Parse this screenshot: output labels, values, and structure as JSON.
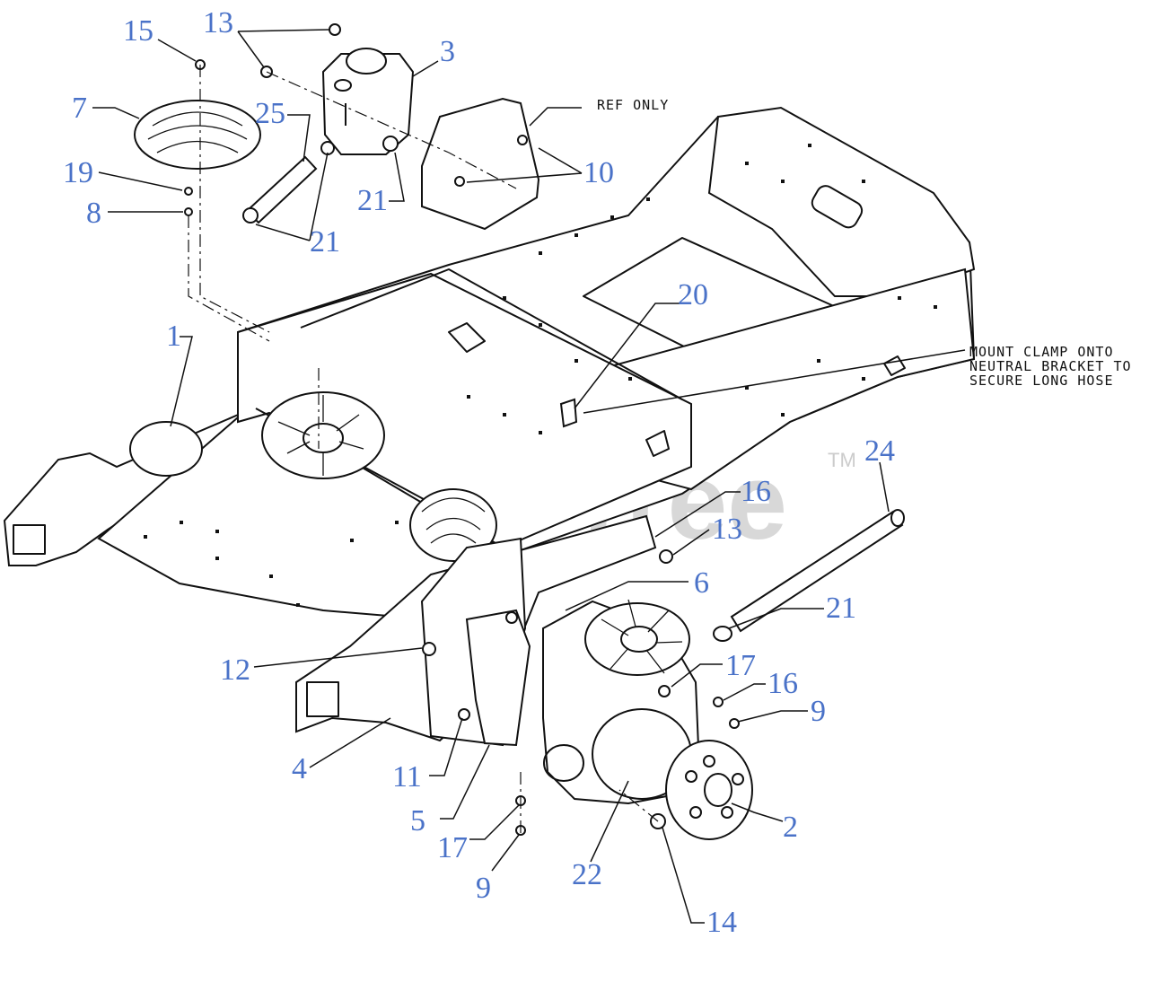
{
  "watermark": {
    "text": "PartsTree",
    "trademark": "TM"
  },
  "notes": {
    "ref_only": "REF ONLY",
    "mount_clamp": [
      "MOUNT CLAMP ONTO",
      "NEUTRAL BRACKET TO",
      "SECURE LONG HOSE"
    ]
  },
  "callouts": [
    {
      "id": "c15",
      "label": "15"
    },
    {
      "id": "c13a",
      "label": "13"
    },
    {
      "id": "c3",
      "label": "3"
    },
    {
      "id": "c7",
      "label": "7"
    },
    {
      "id": "c25",
      "label": "25"
    },
    {
      "id": "c19",
      "label": "19"
    },
    {
      "id": "c8",
      "label": "8"
    },
    {
      "id": "c21a",
      "label": "21"
    },
    {
      "id": "c21b",
      "label": "21"
    },
    {
      "id": "c10",
      "label": "10"
    },
    {
      "id": "c20",
      "label": "20"
    },
    {
      "id": "c1",
      "label": "1"
    },
    {
      "id": "c24",
      "label": "24"
    },
    {
      "id": "c16a",
      "label": "16"
    },
    {
      "id": "c13b",
      "label": "13"
    },
    {
      "id": "c6",
      "label": "6"
    },
    {
      "id": "c21c",
      "label": "21"
    },
    {
      "id": "c12",
      "label": "12"
    },
    {
      "id": "c17a",
      "label": "17"
    },
    {
      "id": "c16b",
      "label": "16"
    },
    {
      "id": "c9a",
      "label": "9"
    },
    {
      "id": "c4",
      "label": "4"
    },
    {
      "id": "c11",
      "label": "11"
    },
    {
      "id": "c5",
      "label": "5"
    },
    {
      "id": "c2",
      "label": "2"
    },
    {
      "id": "c17b",
      "label": "17"
    },
    {
      "id": "c22",
      "label": "22"
    },
    {
      "id": "c9b",
      "label": "9"
    },
    {
      "id": "c14",
      "label": "14"
    }
  ]
}
